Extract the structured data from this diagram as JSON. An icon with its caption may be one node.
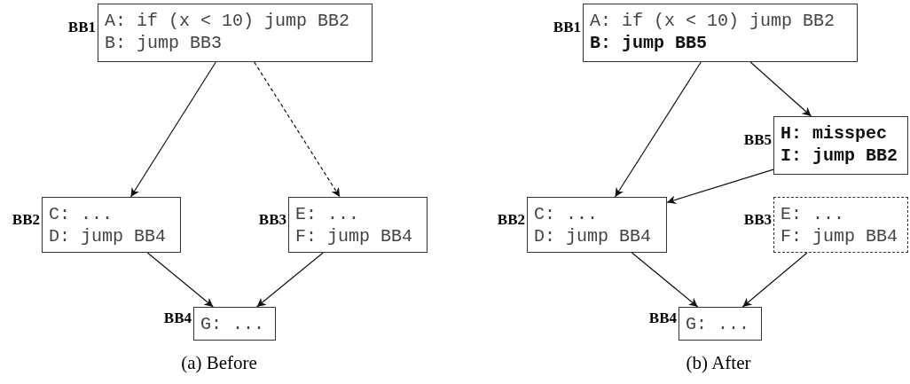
{
  "diagram": {
    "nodes": [
      {
        "text": [
          "A: if (x < 10) jump BB2",
          "B: jump BB3"
        ],
        "beside": [
          "BB1"
        ]
      },
      {
        "text": [
          "C: ...",
          "D: jump BB4"
        ],
        "beside": [
          "BB2"
        ]
      },
      {
        "text": [
          "E: ...",
          "F: jump BB4"
        ],
        "beside": [
          "BB3"
        ]
      },
      {
        "text": [
          "G: ..."
        ],
        "beside": [
          "BB4"
        ]
      },
      {
        "text": [
          "A: if (x < 10) jump BB2",
          "**B: jump BB5**"
        ],
        "beside": [
          "BB1"
        ]
      },
      {
        "text": [
          "**H: misspec**",
          "**I: jump BB2**"
        ],
        "beside": [
          "BB5"
        ]
      },
      {
        "text": [
          "C: ...",
          "D: jump BB4"
        ],
        "beside": [
          "BB2"
        ]
      },
      {
        "text": [
          "E: ...",
          "F: jump BB4"
        ],
        "beside": [
          "BB3"
        ]
      },
      {
        "text": [
          "G: ..."
        ],
        "beside": [
          "BB4"
        ]
      }
    ],
    "edges": [
      {
        "from": 0,
        "to": 1,
        "arrow": "to"
      },
      {
        "from": 0,
        "to": 2,
        "arrow": "to",
        "style": "dashed"
      },
      {
        "from": 1,
        "to": 3,
        "arrow": "to"
      },
      {
        "from": 2,
        "to": 3,
        "arrow": "to"
      },
      {
        "from": 4,
        "to": 6,
        "arrow": "to"
      },
      {
        "from": 4,
        "to": 5,
        "arrow": "to"
      },
      {
        "from": 5,
        "to": 6,
        "arrow": "to"
      },
      {
        "from": 6,
        "to": 8,
        "arrow": "to"
      },
      {
        "from": 7,
        "to": 8,
        "arrow": "to"
      }
    ],
    "labels": [
      "(a) Before",
      "(b) After"
    ]
  }
}
